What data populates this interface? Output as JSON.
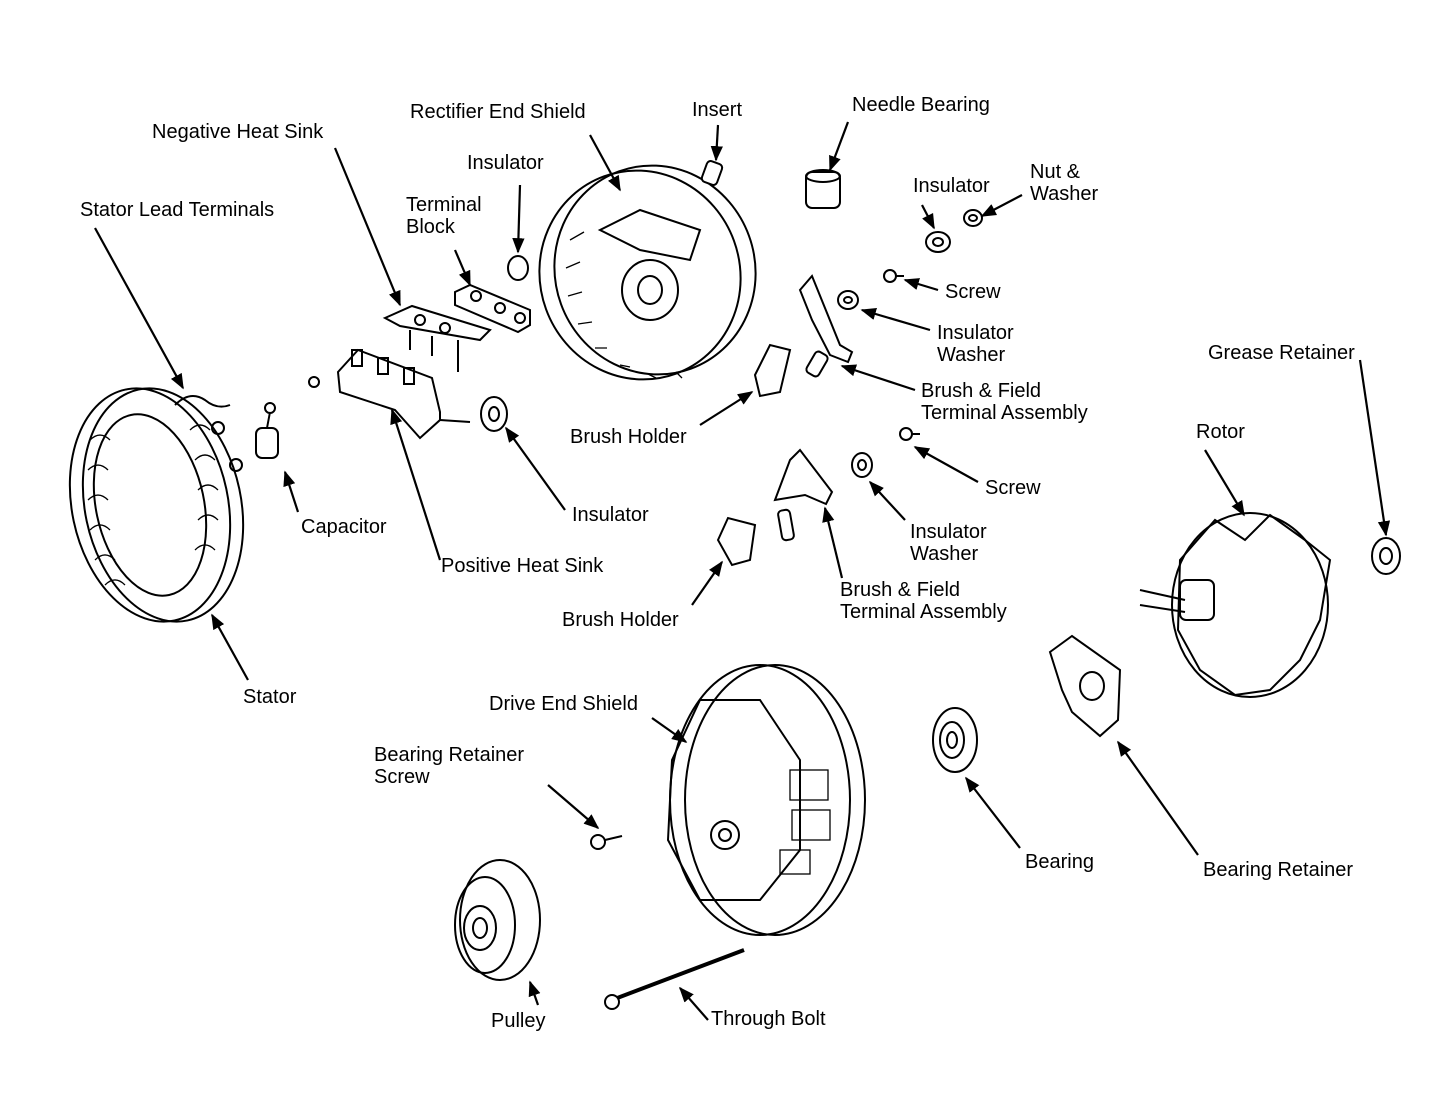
{
  "labels": {
    "rectifier_end_shield": "Rectifier End Shield",
    "insert": "Insert",
    "needle_bearing": "Needle Bearing",
    "negative_heat_sink": "Negative Heat Sink",
    "insulator_top": "Insulator",
    "insulator_upper_right": "Insulator",
    "nut_washer_1": "Nut &",
    "nut_washer_2": "Washer",
    "terminal_block_1": "Terminal",
    "terminal_block_2": "Block",
    "stator_lead_terminals": "Stator Lead Terminals",
    "screw_upper": "Screw",
    "insulator_washer_upper_1": "Insulator",
    "insulator_washer_upper_2": "Washer",
    "grease_retainer": "Grease Retainer",
    "brush_field_upper_1": "Brush & Field",
    "brush_field_upper_2": "Terminal Assembly",
    "brush_holder_upper": "Brush Holder",
    "rotor": "Rotor",
    "screw_lower": "Screw",
    "insulator_mid": "Insulator",
    "capacitor": "Capacitor",
    "insulator_washer_lower_1": "Insulator",
    "insulator_washer_lower_2": "Washer",
    "positive_heat_sink": "Positive Heat Sink",
    "brush_field_lower_1": "Brush & Field",
    "brush_field_lower_2": "Terminal Assembly",
    "brush_holder_lower": "Brush Holder",
    "stator": "Stator",
    "drive_end_shield": "Drive End Shield",
    "bearing_retainer_screw_1": "Bearing Retainer",
    "bearing_retainer_screw_2": "Screw",
    "bearing": "Bearing",
    "bearing_retainer": "Bearing Retainer",
    "pulley": "Pulley",
    "through_bolt": "Through Bolt"
  }
}
